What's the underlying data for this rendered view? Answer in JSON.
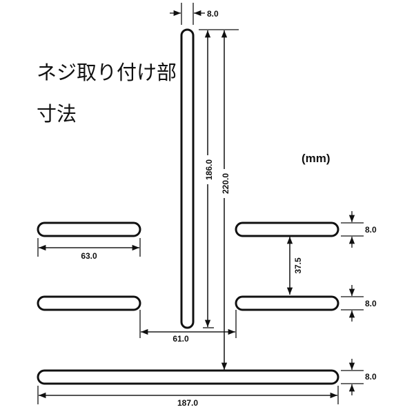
{
  "title_line1": "ネジ取り付け部",
  "title_line2": "寸法",
  "unit": "(mm)",
  "dimensions": {
    "vertical_slot_width": "8.0",
    "vertical_slot_inner_length": "186.0",
    "overall_height": "220.0",
    "short_slot_length": "63.0",
    "slot_gap_horizontal": "61.0",
    "slot_pitch_vertical": "37.5",
    "right_upper_slot_width": "8.0",
    "right_lower_slot_width": "8.0",
    "bottom_slot_width": "8.0",
    "bottom_slot_length": "187.0"
  }
}
